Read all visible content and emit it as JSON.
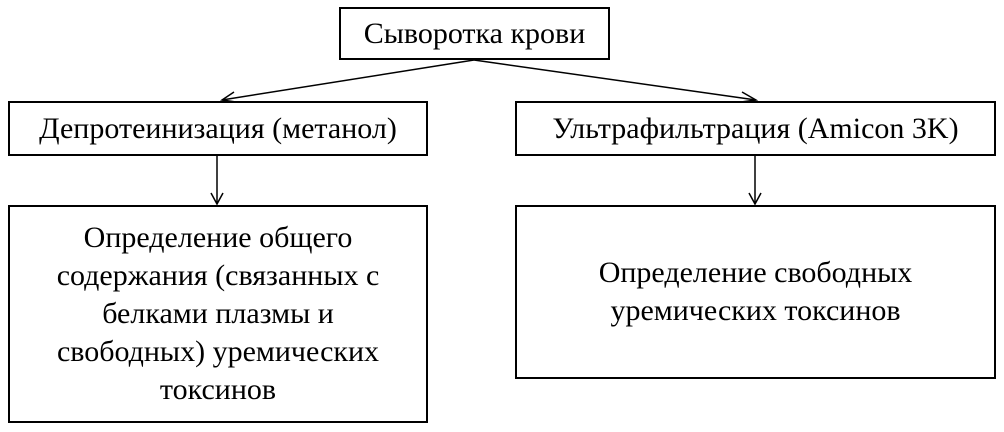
{
  "diagram": {
    "root": {
      "label": "Сыворотка крови"
    },
    "left_branch": {
      "method": "Депротеинизация (метанол)",
      "result_lines": [
        "Определение общего",
        "содержания (связанных с",
        "белками плазмы и",
        "свободных) уремических",
        "токсинов"
      ]
    },
    "right_branch": {
      "method": "Ультрафильтрация (Amicon 3K)",
      "result_lines": [
        "Определение свободных",
        "уремических токсинов"
      ]
    }
  }
}
